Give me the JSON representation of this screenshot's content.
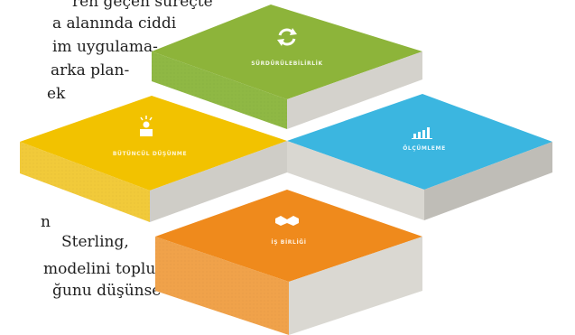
{
  "text_lines": [
    "ren geçen süreçte",
    "a alanında ciddi",
    "im uygulama-",
    "arka plan-",
    "ek",
    "n",
    "Sterling,",
    "modelini toplu-",
    "ğunu düşünse"
  ],
  "blocks": [
    {
      "label": "SÜRDÜRÜLEBİLİRLİK",
      "icon": "recycle-icon",
      "color": "#8db43a"
    },
    {
      "label": "BÜTÜNCÜL DÜŞÜNME",
      "icon": "person-idea-icon",
      "color": "#f2c200"
    },
    {
      "label": "ÖLÇÜMLEME",
      "icon": "bar-chart-icon",
      "color": "#3bb6e0"
    },
    {
      "label": "İŞ BİRLİĞİ",
      "icon": "handshake-icon",
      "color": "#ef8a1c"
    }
  ]
}
